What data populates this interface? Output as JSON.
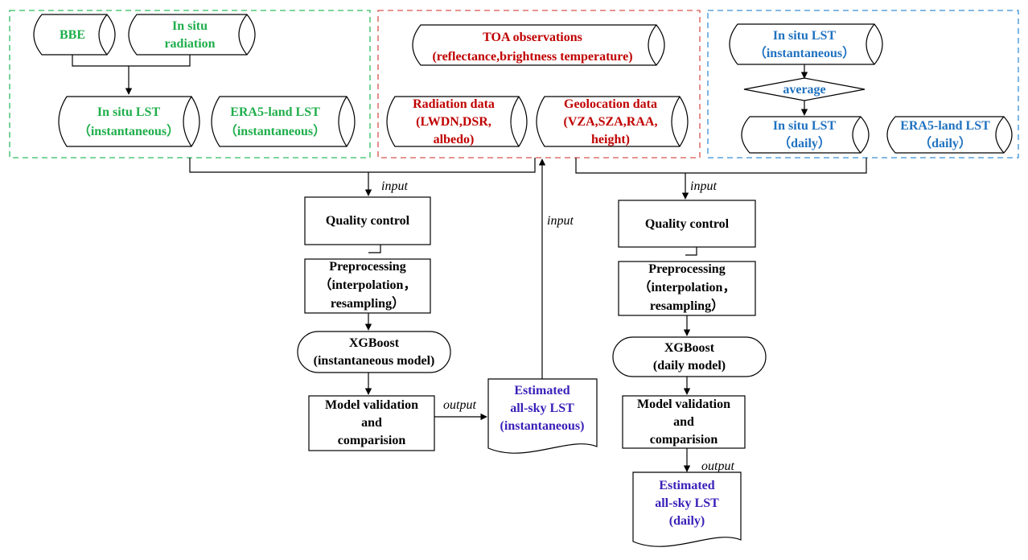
{
  "groups": {
    "green": {
      "color": "#1fae4b",
      "items": {
        "bbe": [
          "BBE"
        ],
        "insitu_radiation": [
          "In situ",
          "radiation"
        ],
        "insitu_lst_inst": [
          "In situ LST",
          "（instantaneous）"
        ],
        "era5_lst_inst": [
          "ERA5-land LST",
          "（instantaneous）"
        ]
      }
    },
    "red": {
      "color": "#c00000",
      "items": {
        "toa": [
          "TOA observations",
          "(reflectance,brightness temperature)"
        ],
        "radiation_data": [
          "Radiation data",
          "(LWDN,DSR,",
          "albedo)"
        ],
        "geolocation_data": [
          "Geolocation data",
          "(VZA,SZA,RAA,",
          "height)"
        ]
      }
    },
    "blue": {
      "color": "#1f72c0",
      "items": {
        "insitu_lst_inst": [
          "In situ LST",
          "（instantaneous）"
        ],
        "average": [
          "average"
        ],
        "insitu_lst_daily": [
          "In situ LST",
          "（daily）"
        ],
        "era5_lst_daily": [
          "ERA5-land LST",
          "（daily）"
        ]
      }
    }
  },
  "left_flow": {
    "input_label": "input",
    "quality_control": [
      "Quality control"
    ],
    "preprocessing": [
      "Preprocessing",
      "（interpolation，",
      "resampling）"
    ],
    "xgboost": [
      "XGBoost",
      "(instantaneous model)"
    ],
    "validation": [
      "Model validation",
      "and",
      "comparision"
    ],
    "output_label": "output",
    "estimated": [
      "Estimated",
      "all-sky LST",
      "(instantaneous)"
    ],
    "feedback_label": "input"
  },
  "right_flow": {
    "input_label": "input",
    "quality_control": [
      "Quality control"
    ],
    "preprocessing": [
      "Preprocessing",
      "（interpolation，",
      "resampling）"
    ],
    "xgboost": [
      "XGBoost",
      "(daily  model)"
    ],
    "validation": [
      "Model validation",
      "and",
      "comparision"
    ],
    "output_label": "output",
    "estimated": [
      "Estimated",
      "all-sky LST",
      "(daily)"
    ]
  },
  "colors": {
    "green_group": "#1fae4b",
    "red_group": "#c00000",
    "blue_group": "#1f72c0",
    "estimated_text": "#3a1fb8",
    "process_text": "#000000"
  }
}
